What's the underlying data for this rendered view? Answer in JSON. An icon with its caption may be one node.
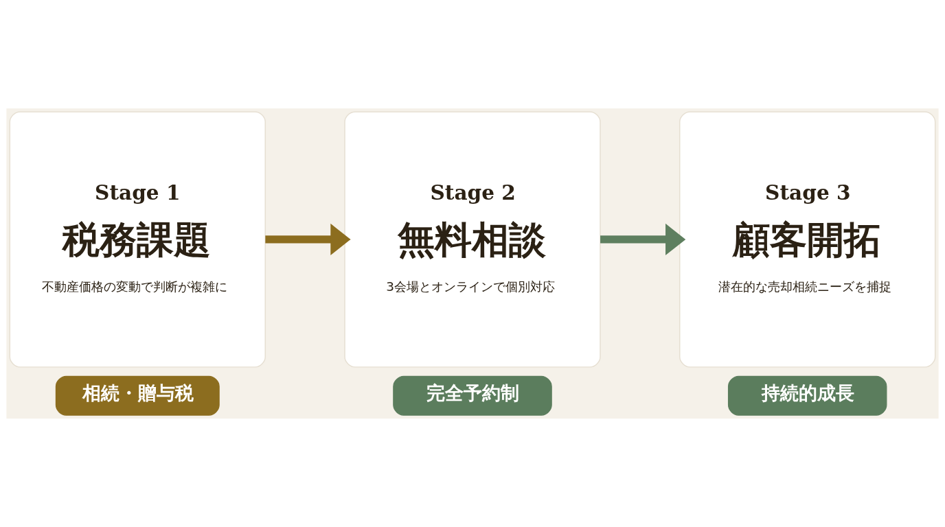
{
  "diagram": {
    "nodes": [
      {
        "text": [
          "Stage 1",
          "税務課題",
          "不動産価格の変動で判断が複雑に"
        ]
      },
      {
        "text": [
          "相続・贈与税"
        ]
      },
      {
        "text": [
          "Stage 2",
          "無料相談",
          "3会場とオンラインで個別対応"
        ]
      },
      {
        "text": [
          "完全予約制"
        ]
      },
      {
        "text": [
          "Stage 3",
          "顧客開拓",
          "潜在的な売却相続ニーズを捕捉"
        ]
      },
      {
        "text": [
          "持続的成長"
        ]
      }
    ],
    "edges": [
      {
        "from": 0,
        "to": 2,
        "arrow": "to",
        "color": "#8c6d1f"
      },
      {
        "from": 2,
        "to": 4,
        "arrow": "to",
        "color": "#5e7f5f"
      }
    ]
  }
}
